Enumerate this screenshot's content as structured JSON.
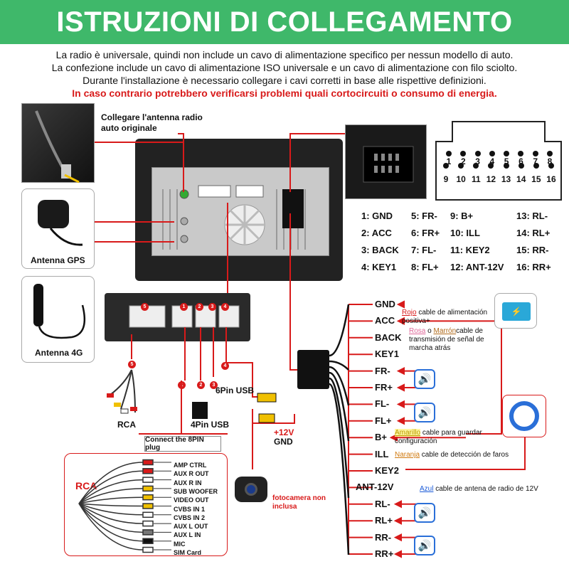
{
  "title": "ISTRUZIONI DI COLLEGAMENTO",
  "intro": {
    "line1": "La radio è universale, quindi non include un cavo di alimentazione specifico per nessun modello di auto.",
    "line2": "La confezione include un cavo di alimentazione ISO universale e un cavo di alimentazione con filo sciolto.",
    "line3": "Durante l'installazione è necessario collegare i cavi corretti in base alle rispettive definizioni.",
    "warning": "In caso contrario potrebbero verificarsi problemi quali cortocircuiti o consumo di energia."
  },
  "labels": {
    "antenna_radio": "Collegare l'antenna radio auto originale",
    "antenna_gps": "Antenna GPS",
    "antenna_4g": "Antenna 4G",
    "rca": "RCA",
    "usb4": "4Pin USB",
    "usb6": "6Pin USB",
    "connect8": "Connect the 8PIN plug",
    "rca_box": "RCA",
    "plus12": "+12V",
    "gnd": "GND",
    "camera": "fotocamera non inclusa"
  },
  "connector_numbers": [
    "1",
    "2",
    "3",
    "4",
    "5"
  ],
  "iso_pins_top": [
    "1",
    "2",
    "3",
    "4",
    "5",
    "6",
    "7",
    "8"
  ],
  "iso_pins_bottom": [
    "9",
    "10",
    "11",
    "12",
    "13",
    "14",
    "15",
    "16"
  ],
  "pin_table": [
    [
      "1: GND",
      "5: FR-",
      "9: B+",
      "13: RL-"
    ],
    [
      "2: ACC",
      "6: FR+",
      "10: ILL",
      "14: RL+"
    ],
    [
      "3: BACK",
      "7: FL-",
      "11: KEY2",
      "15: RR-"
    ],
    [
      "4: KEY1",
      "8: FL+",
      "12: ANT-12V",
      "16: RR+"
    ]
  ],
  "wires": [
    {
      "label": "GND"
    },
    {
      "label": "ACC"
    },
    {
      "label": "BACK"
    },
    {
      "label": "KEY1"
    },
    {
      "label": "FR-"
    },
    {
      "label": "FR+"
    },
    {
      "label": "FL-"
    },
    {
      "label": "FL+"
    },
    {
      "label": "B+"
    },
    {
      "label": "ILL"
    },
    {
      "label": "KEY2"
    },
    {
      "label": "ANT-12V"
    },
    {
      "label": "RL-"
    },
    {
      "label": "RL+"
    },
    {
      "label": "RR-"
    },
    {
      "label": "RR+"
    }
  ],
  "wire_desc": {
    "acc_hl": "Rojo",
    "acc_rest": " cable de alimentación positiva+",
    "back_hl1": "Rosa",
    "back_mid": " o ",
    "back_hl2": "Marrón",
    "back_rest": "cable de transmisión de señal de marcha atrás",
    "bplus_hl": "Amarillo",
    "bplus_rest": " cable para guardar configuración",
    "ill_hl": "Naranja",
    "ill_rest": " cable de detección de faros",
    "ant_hl": "Azul",
    "ant_rest": " cable de antena de radio de 12V"
  },
  "rca_items": [
    "AMP CTRL",
    "AUX R OUT",
    "AUX R IN",
    "SUB WOOFER",
    "VIDEO OUT",
    "CVBS IN 1",
    "CVBS IN 2",
    "AUX L OUT",
    "AUX L IN",
    "MIC",
    "SIM Card"
  ],
  "colors": {
    "banner": "#3fb86a",
    "warning": "#d81a1a",
    "wire": "#d81a1a",
    "speaker": "#2a6fd8"
  }
}
